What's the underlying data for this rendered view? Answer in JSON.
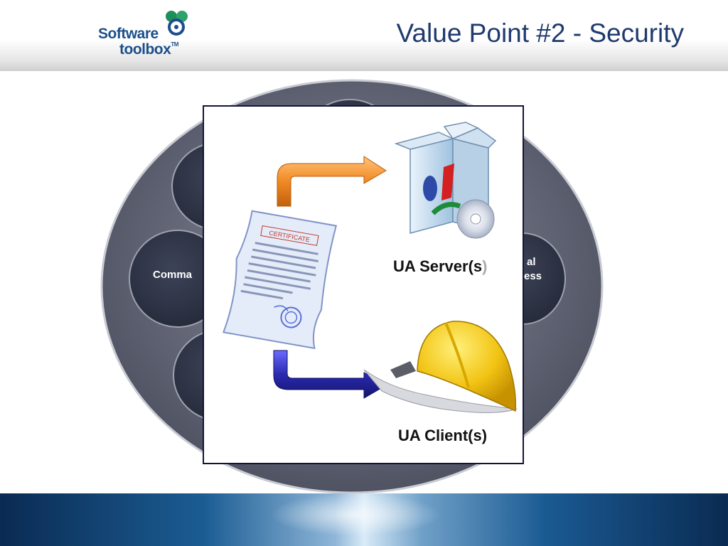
{
  "header": {
    "title": "Value Point #2 - Security",
    "logo_line1": "Software",
    "logo_line2": "toolbox",
    "logo_tm": "TM"
  },
  "background_circles": {
    "left_label": "Comma",
    "right_label_1": "al",
    "right_label_2": "ess"
  },
  "diagram": {
    "server_label": "UA Server(s",
    "server_label_paren": ")",
    "client_label": "UA Client(s)",
    "certificate_text": "CERTIFICATE"
  },
  "colors": {
    "title": "#1f3a6e",
    "orange_arrow": "#f08a24",
    "blue_arrow": "#2a2ab0",
    "helmet": "#f2c414",
    "ring": "#5d6070",
    "circle": "#2e3345"
  }
}
